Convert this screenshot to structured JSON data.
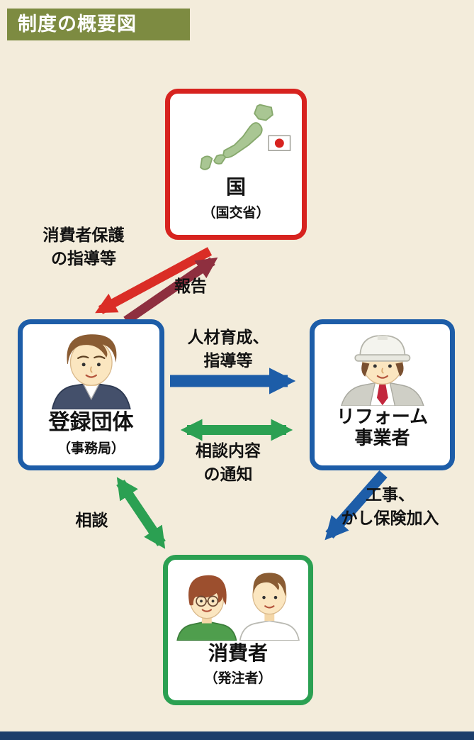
{
  "title": "制度の概要図",
  "nodes": {
    "government": {
      "title": "国",
      "subtitle": "（国交省）"
    },
    "registered_org": {
      "title": "登録団体",
      "subtitle": "（事務局）"
    },
    "reform_operator": {
      "title_line1": "リフォーム",
      "title_line2": "事業者"
    },
    "consumer": {
      "title": "消費者",
      "subtitle": "（発注者）"
    }
  },
  "arrows": {
    "consumer_protection": {
      "line1": "消費者保護",
      "line2": "の指導等",
      "direction": "国→登録団体"
    },
    "report": {
      "label": "報告",
      "direction": "登録団体→国"
    },
    "hr_development": {
      "line1": "人材育成、",
      "line2": "指導等",
      "direction": "登録団体→リフォーム事業者"
    },
    "consult_notice": {
      "line1": "相談内容",
      "line2": "の通知",
      "direction": "登録団体↔リフォーム事業者"
    },
    "construction": {
      "line1": "工事、",
      "line2": "かし保険加入",
      "direction": "リフォーム事業者→消費者"
    },
    "consultation": {
      "label": "相談",
      "direction": "消費者↔登録団体"
    }
  },
  "colors": {
    "background": "#f3ecdb",
    "title_bg": "#7d8b41",
    "government_border": "#d7231f",
    "blue_border": "#1d5da8",
    "green_border": "#2ba052",
    "red_arrow": "#da2d26",
    "maroon_arrow": "#8e2f3f",
    "blue_arrow": "#1d5da8",
    "green_arrow": "#2ba052",
    "bottom_bar": "#1c3e6b",
    "japan_map_green": "#a9c693",
    "flag_red": "#d7231f"
  }
}
